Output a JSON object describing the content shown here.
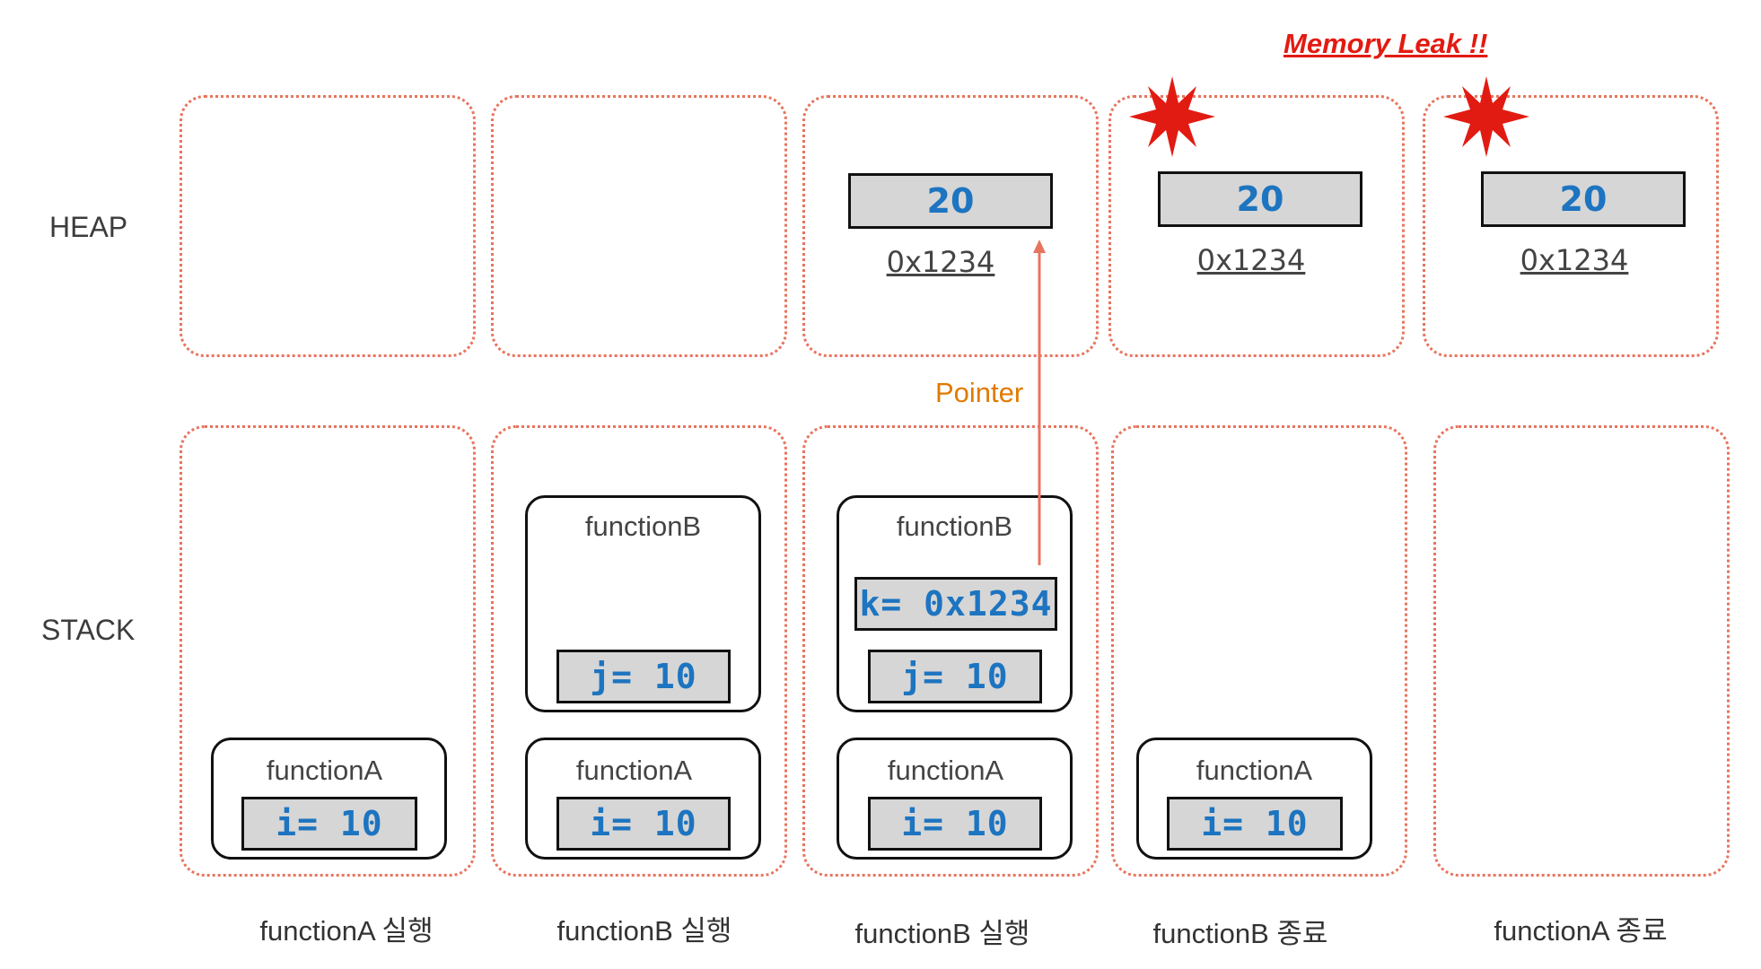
{
  "labels": {
    "heap": "HEAP",
    "stack": "STACK"
  },
  "memory_leak": "Memory Leak !!",
  "pointer": "Pointer",
  "frames": {
    "a": "functionA",
    "b": "functionB"
  },
  "vars": {
    "i": "i= 10",
    "j": "j= 10",
    "k": "k= 0x1234"
  },
  "heap": {
    "value": "20",
    "address": "0x1234"
  },
  "captions": [
    "functionA 실행",
    "functionB 실행",
    "functionB 실행",
    "functionB 종료",
    "functionA 종료"
  ],
  "colors": {
    "panel_border": "#e8745e",
    "value_text": "#1d74c0",
    "leak": "#e21b12",
    "pointer": "#e07a00",
    "arrow": "#e8745e"
  }
}
